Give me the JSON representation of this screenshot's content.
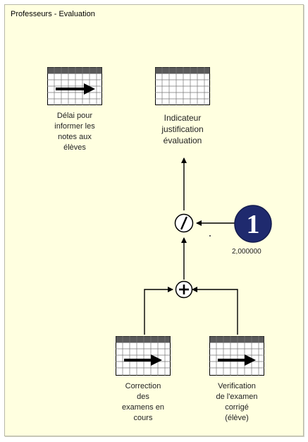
{
  "window": {
    "title": "Professeurs - Evaluation"
  },
  "nodes": {
    "delai": {
      "label_lines": [
        "Délai pour",
        "informer les",
        "notes aux",
        "élèves"
      ],
      "icon": "grid-arrow-icon"
    },
    "indicateur": {
      "label_lines": [
        "Indicateur",
        "justification",
        "évaluation"
      ],
      "icon": "grid-icon"
    },
    "correction": {
      "label_lines": [
        "Correction",
        "des",
        "examens en",
        "cours"
      ],
      "icon": "grid-arrow-icon"
    },
    "verification": {
      "label_lines": [
        "Verification",
        "de l'examen",
        "corrigé",
        "(élève)"
      ],
      "icon": "grid-arrow-icon"
    }
  },
  "operators": {
    "divide": {
      "symbol": "/",
      "icon": "divide-icon"
    },
    "add": {
      "symbol": "+",
      "icon": "plus-icon"
    }
  },
  "constant": {
    "digit": "1",
    "value": "2,000000",
    "icon": "number-one-icon",
    "color": "#1f2a6e"
  }
}
